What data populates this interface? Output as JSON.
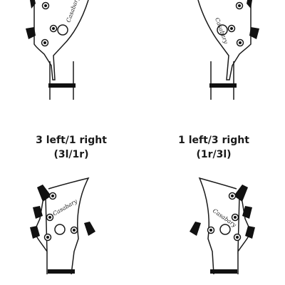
{
  "config_left": {
    "title": "3 left/1 right",
    "code": "(3l/1r)"
  },
  "config_right": {
    "title": "1 left/3 right",
    "code": "(1r/3l)"
  },
  "colors": {
    "line": "#1a1a1a",
    "fill": "#ffffff",
    "tuner": "#111111",
    "nut": "#111111"
  }
}
